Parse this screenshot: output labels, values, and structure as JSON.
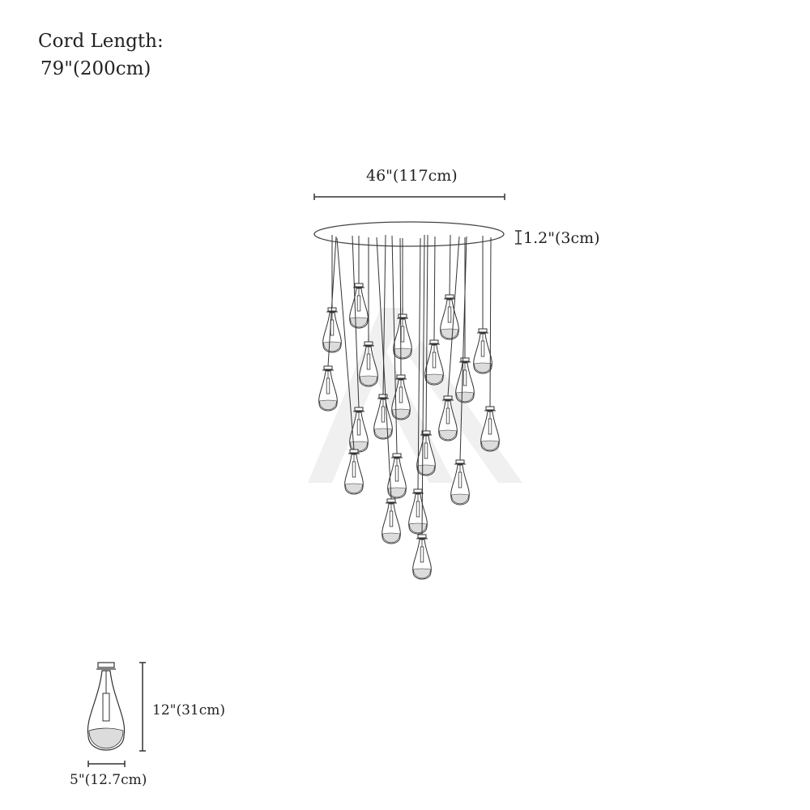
{
  "cord": {
    "label": "Cord Length:",
    "value": "79\"(200cm)"
  },
  "dimensions": {
    "canopy_width": "46\"(117cm)",
    "canopy_height": "1.2\"(3cm)",
    "pendant_height": "12\"(31cm)",
    "pendant_width": "5\"(12.7cm)"
  },
  "colors": {
    "line": "#333333",
    "watermark": "#efefef"
  }
}
